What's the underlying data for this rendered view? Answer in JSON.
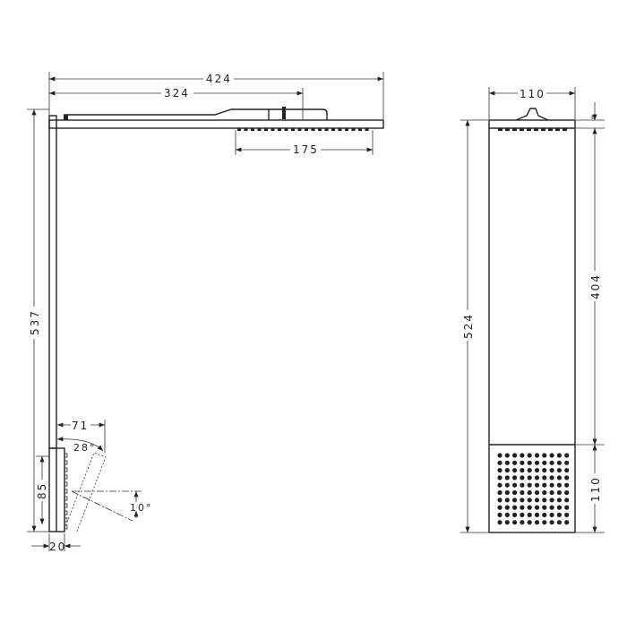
{
  "drawing": {
    "side_view": {
      "dim_total_width": "424",
      "dim_arm_length": "324",
      "dim_head_width": "175",
      "dim_total_height": "537",
      "dim_handshower_offset": "71",
      "dim_tilt_angle_a": "28°",
      "dim_tilt_angle_b": "10°",
      "dim_handshower_height": "85",
      "dim_handshower_depth": "20"
    },
    "front_view": {
      "dim_width": "110",
      "dim_head_thickness": "8",
      "dim_total_height": "524",
      "dim_upper_height": "404",
      "dim_lower_height": "110"
    }
  },
  "colors": {
    "line": "#222222",
    "background": "#ffffff"
  }
}
